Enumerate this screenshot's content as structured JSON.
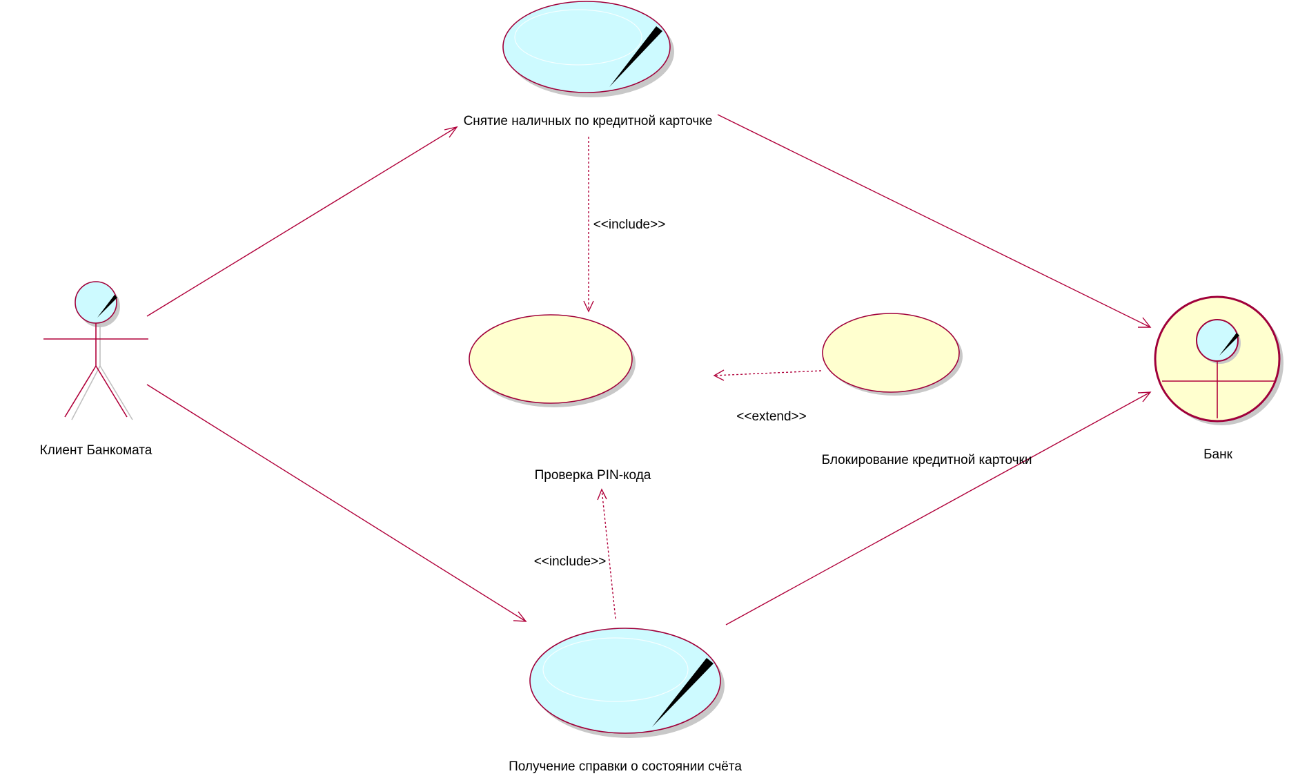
{
  "diagram": {
    "actors": {
      "client": "Клиент Банкомата",
      "bank": "Банк"
    },
    "use_cases": {
      "cash_withdrawal": "Снятие наличных по кредитной карточке",
      "pin_check": "Проверка PIN-кода",
      "card_block": "Блокирование кредитной карточки",
      "balance_inquiry": "Получение справки о состоянии счёта"
    },
    "relations": {
      "include_top": "<<include>>",
      "include_bottom": "<<include>>",
      "extend": "<<extend>>"
    },
    "colors": {
      "line": "#b0003a",
      "use_case_blue": "#cdfaff",
      "use_case_yellow": "#ffffcf"
    }
  }
}
